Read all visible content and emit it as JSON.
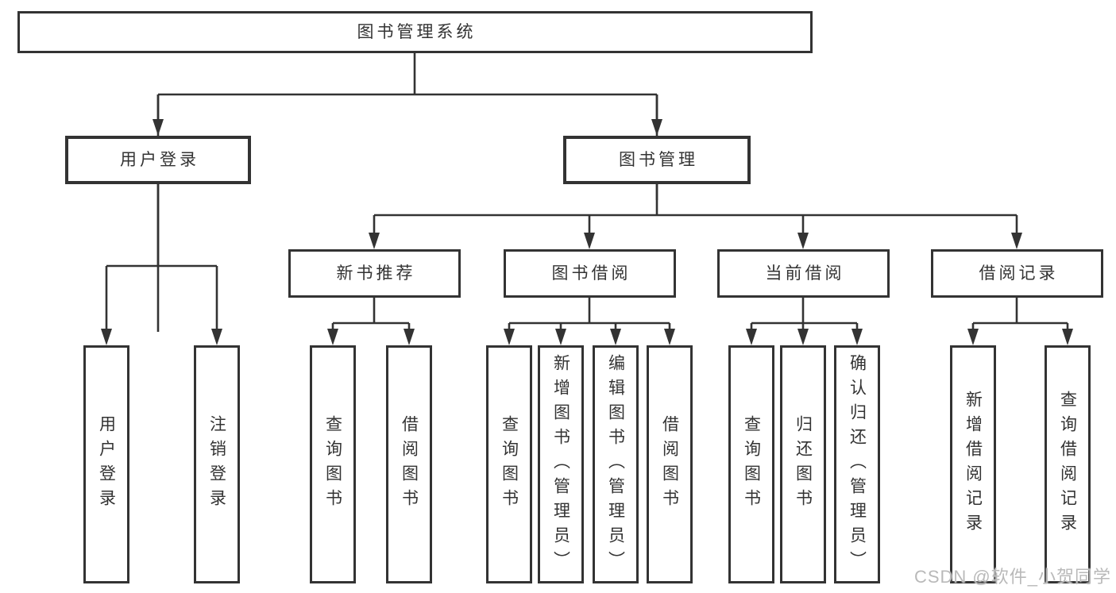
{
  "tree": {
    "root": {
      "label": "图书管理系统"
    },
    "level2": [
      {
        "label": "用户登录",
        "children": [
          {
            "label": "用户登录"
          },
          {
            "label": "注销登录"
          }
        ]
      },
      {
        "label": "图书管理",
        "children": [
          {
            "label": "新书推荐",
            "children": [
              {
                "label": "查询图书"
              },
              {
                "label": "借阅图书"
              }
            ]
          },
          {
            "label": "图书借阅",
            "children": [
              {
                "label": "查询图书"
              },
              {
                "label": "新增图书（管理员）"
              },
              {
                "label": "编辑图书（管理员）"
              },
              {
                "label": "借阅图书"
              }
            ]
          },
          {
            "label": "当前借阅",
            "children": [
              {
                "label": "查询图书"
              },
              {
                "label": "归还图书"
              },
              {
                "label": "确认归还（管理员）"
              }
            ]
          },
          {
            "label": "借阅记录",
            "children": [
              {
                "label": "新增借阅记录"
              },
              {
                "label": "查询借阅记录"
              }
            ]
          }
        ]
      }
    ]
  },
  "watermark": {
    "text": "CSDN @软件_小贺同学"
  },
  "colors": {
    "line": "#333333",
    "box_border": "#333333",
    "text": "#333333",
    "background": "#ffffff",
    "watermark": "#b9b9b9"
  }
}
